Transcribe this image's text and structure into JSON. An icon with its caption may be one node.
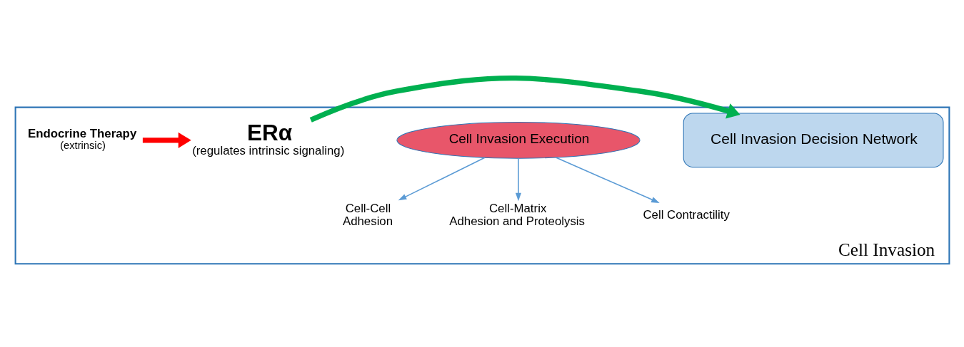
{
  "diagram": {
    "nodes": [
      {
        "text": [
          "Cell Invasion"
        ]
      },
      {
        "text": [
          "Cell Invasion Decision Network"
        ],
        "in": 0
      },
      {
        "text": [
          "Cell Invasion Execution"
        ],
        "in": 0
      },
      {
        "text": [
          "ERα"
        ],
        "beside": [
          "(regulates intrinsic signaling)"
        ],
        "in": 0
      },
      {
        "text": [
          "Endocrine Therapy"
        ],
        "beside": [
          "(extrinsic)"
        ],
        "in": 0
      },
      {
        "text": [
          "Cell-Cell Adhesion"
        ],
        "in": 0
      },
      {
        "text": [
          "Cell-Matrix Adhesion and Proteolysis"
        ],
        "in": 0
      },
      {
        "text": [
          "Cell Contractility"
        ],
        "in": 0
      }
    ],
    "edges": [
      {
        "from": 3,
        "to": 1,
        "arrow": "to",
        "style": "thick",
        "color": "#00b050"
      },
      {
        "from": 4,
        "to": 3,
        "arrow": "to",
        "style": "thick",
        "color": "#ff0000"
      },
      {
        "from": 2,
        "to": 5,
        "arrow": "to"
      },
      {
        "from": 2,
        "to": 6,
        "arrow": "to"
      },
      {
        "from": 2,
        "to": 7,
        "arrow": "to"
      }
    ]
  }
}
